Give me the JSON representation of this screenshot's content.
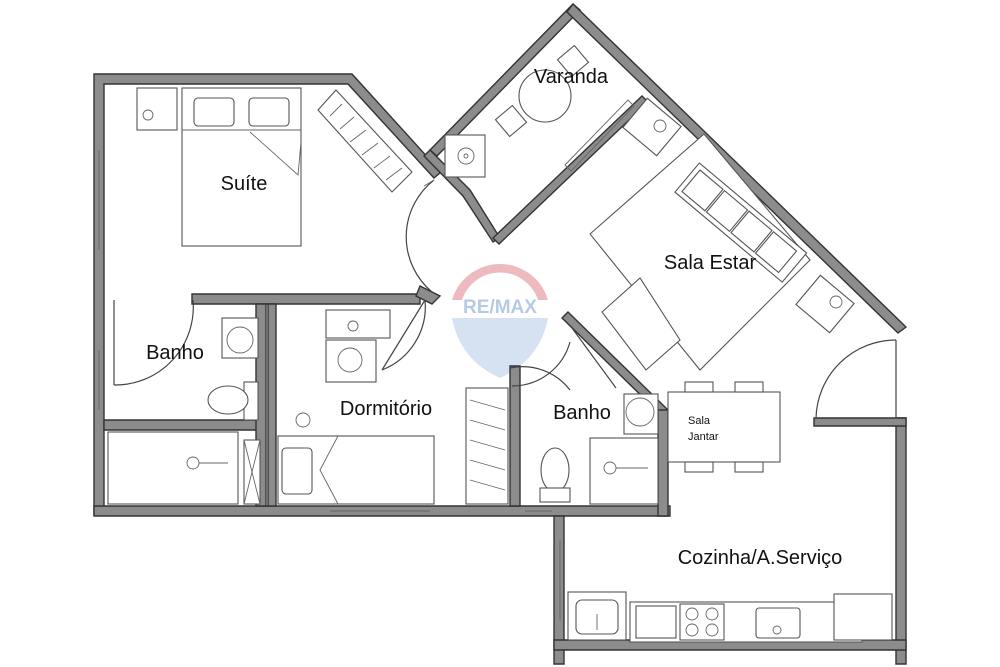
{
  "plan": {
    "rooms": {
      "varanda": "Varanda",
      "suite": "Suíte",
      "sala_estar": "Sala Estar",
      "banho_suite": "Banho",
      "dormitorio": "Dormitório",
      "banho_social": "Banho",
      "sala_jantar_line1": "Sala",
      "sala_jantar_line2": "Jantar",
      "cozinha": "Cozinha/A.Serviço"
    },
    "watermark": "RE/MAX"
  },
  "colors": {
    "wall": "#8c8c8c",
    "line": "#444444",
    "watermark_red": "#e8a3aa",
    "watermark_blue": "#9db9dc"
  }
}
